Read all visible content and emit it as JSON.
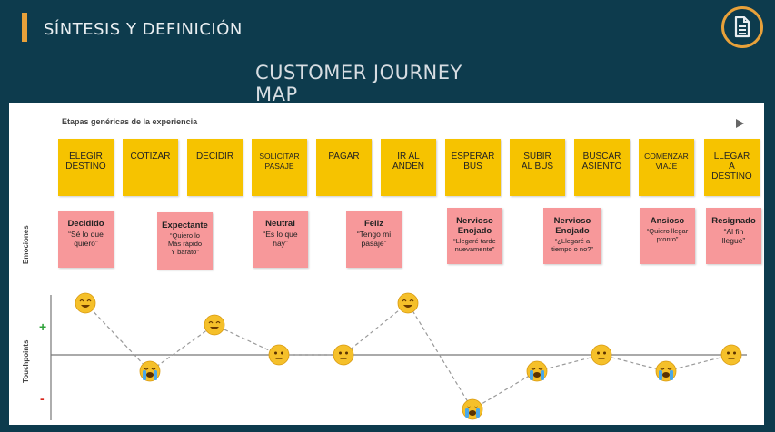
{
  "header": {
    "section_title": "SÍNTESIS Y DEFINICIÓN",
    "page_title_line1": "CUSTOMER JOURNEY",
    "page_title_line2": "MAP",
    "doc_icon": "document-icon",
    "accent_color": "#e8a13a",
    "background_color": "#0d3b4d"
  },
  "journey": {
    "stage_axis_label": "Etapas genéricas de la experiencia",
    "emotions_label": "Emociones",
    "touchpoints_label": "Touchpoints",
    "plus_sign": "+",
    "minus_sign": "-",
    "stages": [
      "ELEGIR\nDESTINO",
      "COTIZAR",
      "DECIDIR",
      "SOLICITAR\nPASAJE",
      "PAGAR",
      "IR AL\nANDEN",
      "ESPERAR\nBUS",
      "SUBIR\nAL BUS",
      "BUSCAR\nASIENTO",
      "COMENZAR\nVIAJE",
      "LLEGAR\nA\nDESTINO"
    ],
    "emotions": [
      {
        "title": "Decidido",
        "quote": "“Sé lo que\nquiero”"
      },
      {
        "title": "Expectante",
        "quote": "“Quiero lo\nMás rápido\nY barato”"
      },
      {
        "title": "Neutral",
        "quote": "“Es lo que\nhay”"
      },
      {
        "title": "Feliz",
        "quote": "“Tengo mi\npasaje”"
      },
      {
        "title": "Nervioso\nEnojado",
        "quote": "“Llegaré tarde\nnuevamente”"
      },
      {
        "title": "Nervioso\nEnojado",
        "quote": "“¿Llegaré a\ntiempo o no?”"
      },
      {
        "title": "Ansioso",
        "quote": "“Quiero llegar\npronto”"
      },
      {
        "title": "Resignado",
        "quote": "“Al fin\nllegue”"
      }
    ],
    "touchpoints": [
      {
        "stage": "ELEGIR DESTINO",
        "mood": "happy",
        "level": 2
      },
      {
        "stage": "COTIZAR",
        "mood": "crying",
        "level": -1
      },
      {
        "stage": "DECIDIR",
        "mood": "happy",
        "level": 1
      },
      {
        "stage": "SOLICITAR PASAJE",
        "mood": "neutral",
        "level": 0
      },
      {
        "stage": "PAGAR",
        "mood": "neutral",
        "level": 0
      },
      {
        "stage": "IR AL ANDEN",
        "mood": "happy",
        "level": 2
      },
      {
        "stage": "ESPERAR BUS",
        "mood": "crying",
        "level": -2
      },
      {
        "stage": "SUBIR AL BUS",
        "mood": "crying",
        "level": -1
      },
      {
        "stage": "BUSCAR ASIENTO",
        "mood": "neutral",
        "level": 0
      },
      {
        "stage": "COMENZAR VIAJE",
        "mood": "crying",
        "level": -1
      },
      {
        "stage": "LLEGAR A DESTINO",
        "mood": "neutral",
        "level": 0
      }
    ],
    "colors": {
      "stage_card": "#f6c300",
      "emotion_card": "#f7989a",
      "plus": "#2fa23a",
      "minus": "#d8261c",
      "emoji": "#f5c02a"
    }
  }
}
